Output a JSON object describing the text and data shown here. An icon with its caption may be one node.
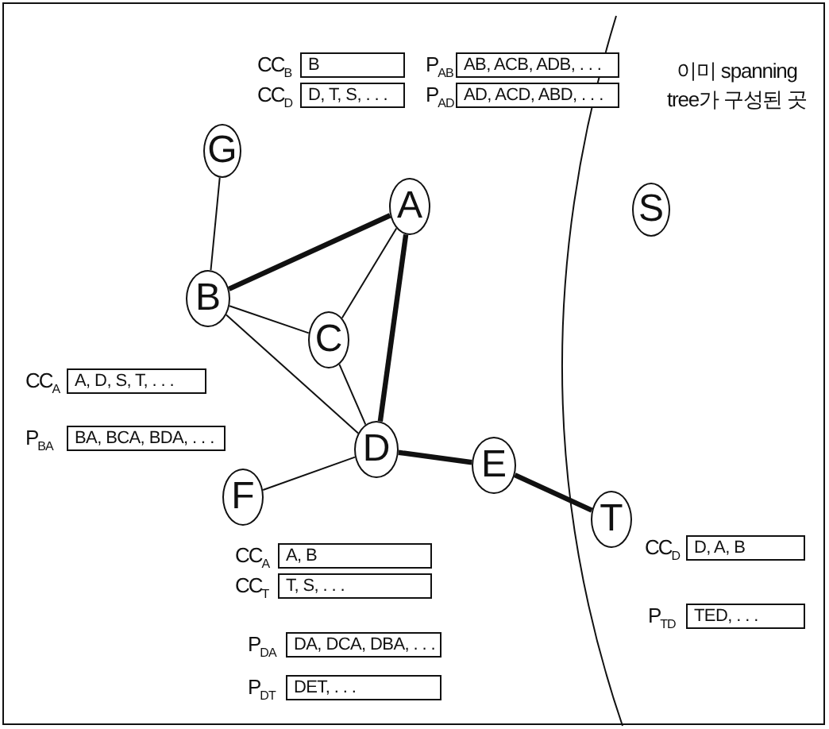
{
  "diagram": {
    "nodes": [
      {
        "text": [
          "B"
        ],
        "beside": [
          "CC$_{B}$"
        ]
      },
      {
        "text": [
          "AB, ACB, ADB, . . ."
        ],
        "beside": [
          "P$_{AB}$"
        ]
      },
      {
        "text": [
          "D, T, S, . . ."
        ],
        "beside": [
          "CC$_{D}$"
        ]
      },
      {
        "text": [
          "AD, ACD, ABD, . . ."
        ],
        "beside": [
          "P$_{AD}$"
        ]
      },
      {
        "text": [
          "G"
        ]
      },
      {
        "text": [
          "A"
        ]
      },
      {
        "text": [
          "S"
        ]
      },
      {
        "text": [
          "B"
        ]
      },
      {
        "text": [
          "C"
        ]
      },
      {
        "text": [
          "A, D, S, T, . . ."
        ],
        "beside": [
          "CC$_{A}$"
        ]
      },
      {
        "text": [
          "BA, BCA, BDA, . . ."
        ],
        "beside": [
          "P$_{BA}$"
        ]
      },
      {
        "text": [
          "D"
        ]
      },
      {
        "text": [
          "E"
        ]
      },
      {
        "text": [
          "F"
        ]
      },
      {
        "text": [
          "T"
        ]
      },
      {
        "text": [
          "A, B"
        ],
        "beside": [
          "CC$_{A}$"
        ]
      },
      {
        "text": [
          "D, A, B"
        ],
        "beside": [
          "CC$_{D}$"
        ]
      },
      {
        "text": [
          "T, S, . . ."
        ],
        "beside": [
          "CC$_{T}$"
        ]
      },
      {
        "text": [
          "TED, . . ."
        ],
        "beside": [
          "P$_{TD}$"
        ]
      },
      {
        "text": [
          "DA, DCA, DBA, . . ."
        ],
        "beside": [
          "P$_{DA}$"
        ]
      },
      {
        "text": [
          "DET, . . ."
        ],
        "beside": [
          "P$_{DT}$"
        ]
      }
    ],
    "edges": [
      {
        "from": 4,
        "to": 7,
        "arrow": "none"
      },
      {
        "from": 7,
        "to": 5,
        "arrow": "none",
        "style": "thick"
      },
      {
        "from": 7,
        "to": 8,
        "arrow": "none"
      },
      {
        "from": 8,
        "to": 5,
        "arrow": "none"
      },
      {
        "from": 7,
        "to": 11,
        "arrow": "none"
      },
      {
        "from": 8,
        "to": 11,
        "arrow": "none"
      },
      {
        "from": 5,
        "to": 11,
        "arrow": "none",
        "style": "thick"
      },
      {
        "from": 13,
        "to": 11,
        "arrow": "none"
      },
      {
        "from": 11,
        "to": 12,
        "arrow": "none",
        "style": "thick"
      },
      {
        "from": 12,
        "to": 14,
        "arrow": "none",
        "style": "thick"
      }
    ],
    "labels": [
      "이미 spanning tree가 구성된 곳"
    ]
  }
}
